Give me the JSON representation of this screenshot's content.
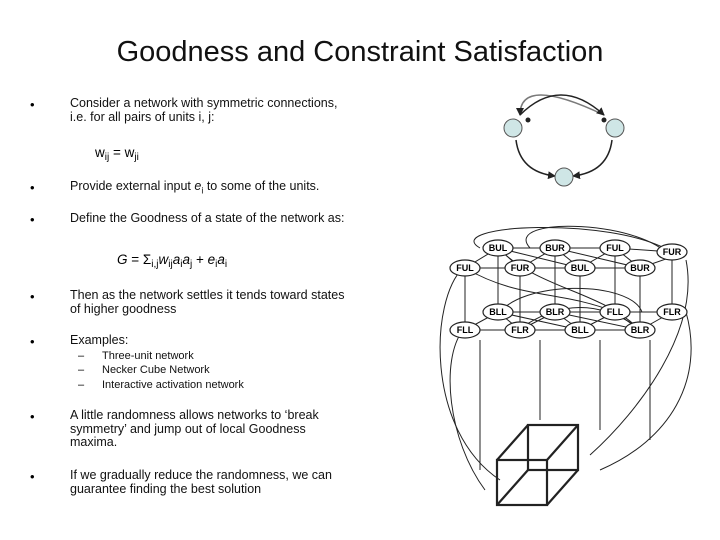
{
  "slide": {
    "title": "Goodness and Constraint Satisfaction",
    "bullet_symbol": "•",
    "dash_symbol": "–",
    "bullets": [
      {
        "line1": "Consider a network with symmetric connections,",
        "line2": "i.e. for all pairs of units i, j:"
      },
      {
        "line1": "Provide external input",
        "line2": "to some of the units."
      },
      {
        "line1": "Define the Goodness of a state of the network as:"
      },
      {
        "line1": "Then as the network settles it tends toward states",
        "line2": "of higher goodness"
      },
      {
        "line1": "Examples:"
      },
      {
        "line1": "A little randomness allows networks to ‘break",
        "line2": "symmetry’ and jump out of local Goodness",
        "line3": "maxima."
      },
      {
        "line1": "If we gradually reduce the randomness, we can",
        "line2": "guarantee finding the best solution"
      }
    ],
    "examples": [
      "Three-unit network",
      "Necker Cube Network",
      "Interactive activation network"
    ],
    "formula_symmetric": {
      "w": "w",
      "ij": "ij",
      "eq": " = ",
      "ji": "ji"
    },
    "formula_ei": {
      "e": "e",
      "i": "i"
    },
    "formula_goodness": {
      "G": "G",
      "eq": " = ",
      "sigma": "Σ",
      "sub_ij": "i,j",
      "w": "w",
      "ij": "ij",
      "a": "a",
      "i": "i",
      "j": "j",
      "plus": " + ",
      "e": "e"
    }
  },
  "network": {
    "nodes": [
      "BUL",
      "BUR",
      "FUL",
      "FUR",
      "FUL",
      "FUR",
      "BUL",
      "BUR",
      "BLL",
      "BLR",
      "FLL",
      "FLR",
      "FLL",
      "FLR",
      "BLL",
      "BLR"
    ]
  },
  "colors": {
    "node_fill": "#cfe6e6",
    "edge": "#222222"
  }
}
